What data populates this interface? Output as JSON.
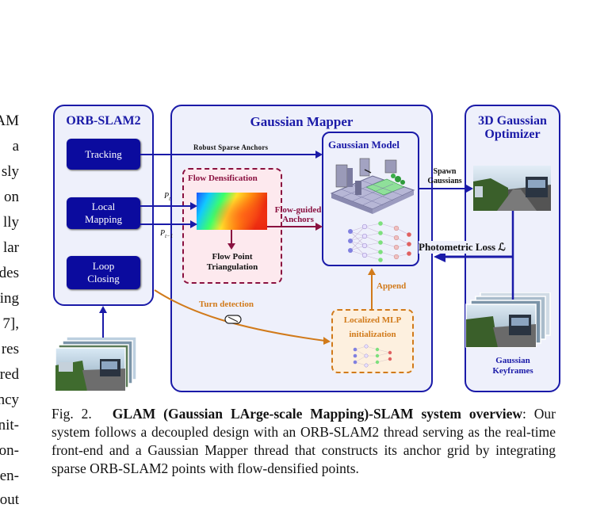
{
  "left_text_fragments": [
    "AM",
    "a",
    "sly",
    "on",
    "lly",
    "lar",
    "des",
    "ing",
    "7],",
    "res",
    "red",
    "ncy",
    "nit-",
    "on-",
    "en-",
    "out"
  ],
  "orb": {
    "title": "ORB-SLAM2",
    "tracking": "Tracking",
    "local_mapping_l1": "Local",
    "local_mapping_l2": "Mapping",
    "loop_closing_l1": "Loop",
    "loop_closing_l2": "Closing"
  },
  "mapper": {
    "title": "Gaussian Mapper",
    "robust_anchors": "Robust Sparse Anchors",
    "pt_label": "P",
    "pt_sub": "t",
    "pt1_label": "P",
    "pt1_sub": "t−1",
    "flow_densification": "Flow Densification",
    "flow_point_l1": "Flow Point",
    "flow_point_l2": "Triangulation",
    "flow_guided_l1": "Flow-guided",
    "flow_guided_l2": "Anchors",
    "gaussian_model": "Gaussian Model",
    "append": "Append",
    "turn_detection": "Turn detection",
    "localized_mlp_l1": "Localized MLP",
    "localized_mlp_l2": "initialization"
  },
  "optimizer": {
    "title_l1": "3D Gaussian",
    "title_l2": "Optimizer",
    "spawn_l1": "Spawn",
    "spawn_l2": "Gaussians",
    "photometric_loss": "Photometric Loss ℒ",
    "keyframes_l1": "Gaussian",
    "keyframes_l2": "Keyframes"
  },
  "caption": {
    "fig_label": "Fig. 2.",
    "bold_title": "GLAM (Gaussian LArge-scale Mapping)-SLAM system overview",
    "body": ": Our system follows a decoupled design with an ORB-SLAM2 thread serving as the real-time front-end and a Gaussian Mapper thread that constructs its anchor grid by integrating sparse ORB-SLAM2 points with flow-densified points."
  },
  "colors": {
    "blue": "#1a1aa8",
    "dark_blue_button": "#0b0b9e",
    "crimson": "#8a1140",
    "orange": "#d17a1a"
  }
}
